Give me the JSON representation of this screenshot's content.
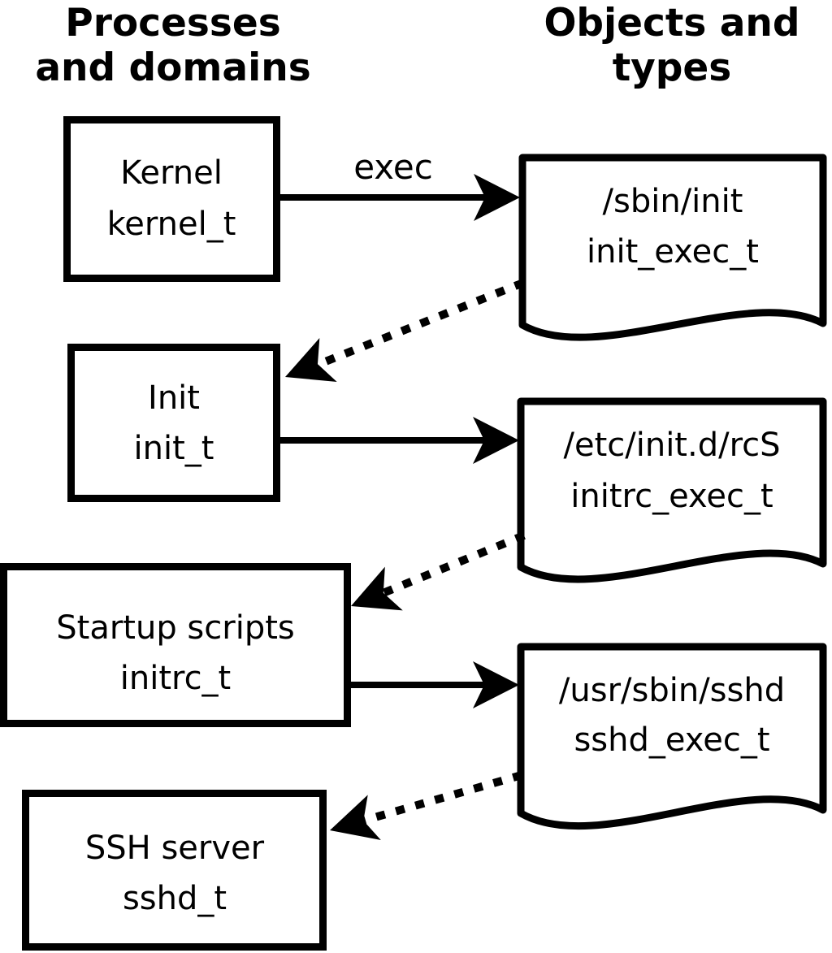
{
  "headers": {
    "left": {
      "line1": "Processes",
      "line2": "and domains"
    },
    "right": {
      "line1": "Objects and",
      "line2": "types"
    }
  },
  "processes": [
    {
      "name": "Kernel",
      "domain": "kernel_t"
    },
    {
      "name": "Init",
      "domain": "init_t"
    },
    {
      "name": "Startup scripts",
      "domain": "initrc_t"
    },
    {
      "name": "SSH server",
      "domain": "sshd_t"
    }
  ],
  "objects": [
    {
      "path": "/sbin/init",
      "type": "init_exec_t"
    },
    {
      "path": "/etc/init.d/rcS",
      "type": "initrc_exec_t"
    },
    {
      "path": "/usr/sbin/sshd",
      "type": "sshd_exec_t"
    }
  ],
  "edges": {
    "exec_label": "exec",
    "solid": [
      {
        "from": "Kernel kernel_t",
        "to": "/sbin/init init_exec_t",
        "label": "exec"
      },
      {
        "from": "Init init_t",
        "to": "/etc/init.d/rcS initrc_exec_t",
        "label": ""
      },
      {
        "from": "Startup scripts initrc_t",
        "to": "/usr/sbin/sshd sshd_exec_t",
        "label": ""
      }
    ],
    "dotted": [
      {
        "from": "/sbin/init init_exec_t",
        "to": "Init init_t"
      },
      {
        "from": "/etc/init.d/rcS initrc_exec_t",
        "to": "Startup scripts initrc_t"
      },
      {
        "from": "/usr/sbin/sshd sshd_exec_t",
        "to": "SSH server sshd_t"
      }
    ]
  },
  "colors": {
    "foreground": "#000000",
    "background": "#ffffff"
  }
}
